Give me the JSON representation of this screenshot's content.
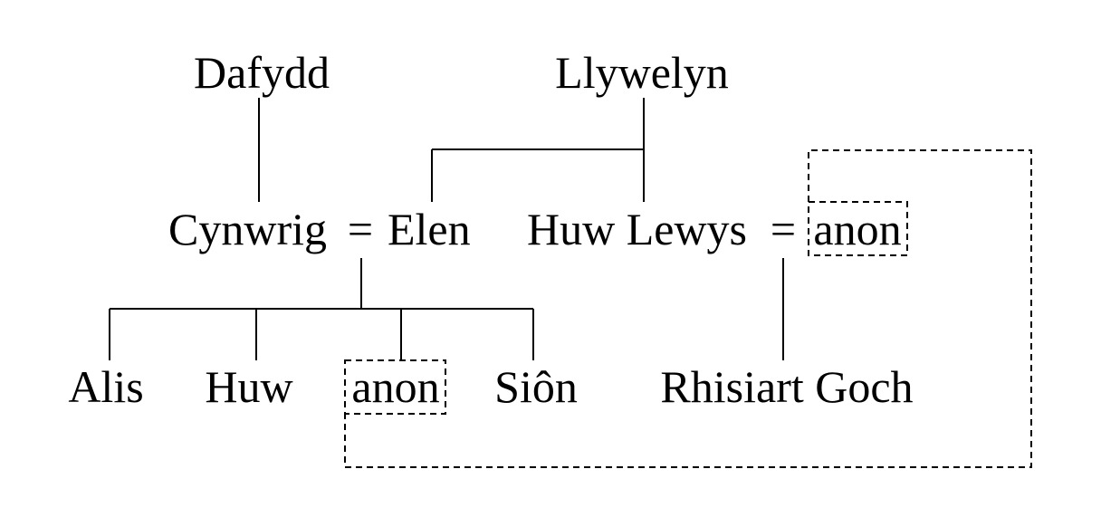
{
  "tree": {
    "generation1": {
      "dafydd": "Dafydd",
      "llywelyn": "Llywelyn"
    },
    "generation2": {
      "cynwrig": "Cynwrig",
      "marriage_sign_1": "=",
      "elen": "Elen",
      "huw_lewys": "Huw Lewys",
      "marriage_sign_2": "=",
      "anon_spouse": "anon"
    },
    "generation3": {
      "alis": "Alis",
      "huw": "Huw",
      "anon_child": "anon",
      "sion": "Siôn",
      "rhisiart_goch": "Rhisiart Goch"
    }
  }
}
